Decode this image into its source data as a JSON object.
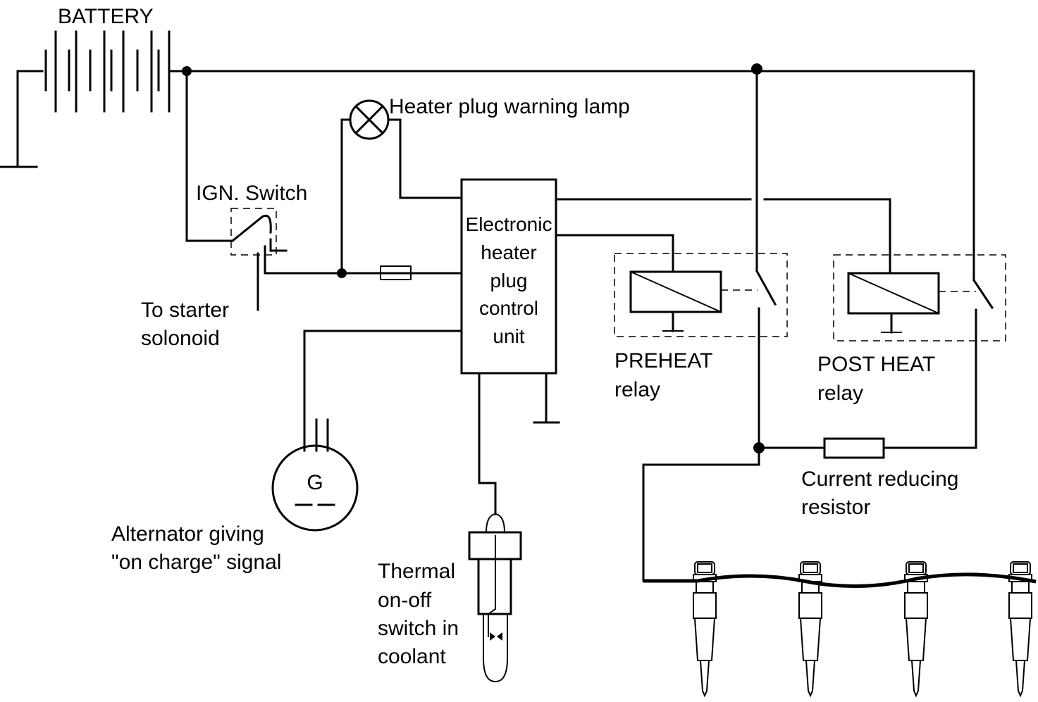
{
  "labels": {
    "battery": "BATTERY",
    "warning_lamp": "Heater  plug  warning  lamp",
    "ign_switch": "IGN.  Switch",
    "starter_line1": "To  starter",
    "starter_line2": "solonoid",
    "ecu_line1": "Electronic",
    "ecu_line2": "heater",
    "ecu_line3": "plug",
    "ecu_line4": "control",
    "ecu_line5": "unit",
    "preheat_line1": "PREHEAT",
    "preheat_line2": "relay",
    "postheat_line1": "POST  HEAT",
    "postheat_line2": "relay",
    "resistor_line1": "Current  reducing",
    "resistor_line2": "resistor",
    "alternator_symbol": "G",
    "alternator_line1": "Alternator  giving",
    "alternator_line2": "\"on  charge\"  signal",
    "thermal_line1": "Thermal",
    "thermal_line2": "on-off",
    "thermal_line3": "switch  in",
    "thermal_line4": "coolant"
  },
  "colors": {
    "wire": "#000000",
    "background": "#ffffff",
    "glow_plug_fill": "#d0d0d0"
  }
}
